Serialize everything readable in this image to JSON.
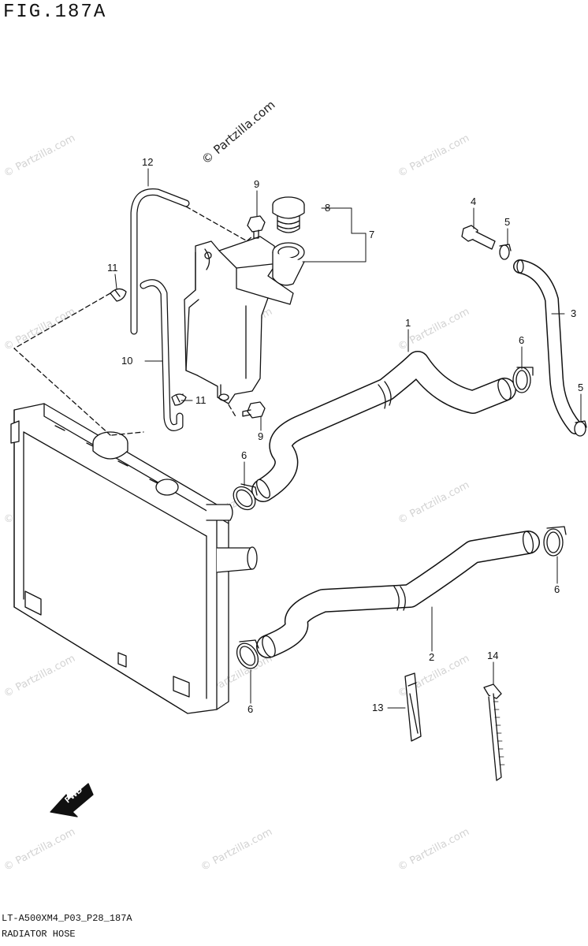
{
  "figure": {
    "title": "FIG.187A",
    "model_code": "LT-A500XM4_P03_P28_187A",
    "section_name": "RADIATOR HOSE"
  },
  "watermark": {
    "main": "© Partzilla.com",
    "repeat": "© Partzilla.com"
  },
  "direction_badge": "FWD",
  "callouts": [
    "1",
    "2",
    "3",
    "4",
    "5",
    "5",
    "6",
    "6",
    "6",
    "6",
    "7",
    "8",
    "9",
    "9",
    "10",
    "11",
    "11",
    "12",
    "13",
    "14"
  ],
  "colors": {
    "line": "#111111",
    "watermark": "#d2d2d2",
    "background": "#ffffff"
  }
}
